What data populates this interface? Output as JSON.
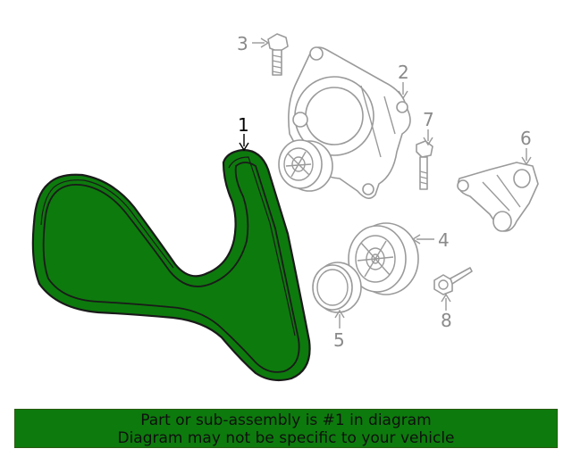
{
  "colors": {
    "highlight_part": "#0d7a0d",
    "outline": "#1a1a1a",
    "dim_part": "#9a9a9a",
    "banner_bg": "#0d7a0d"
  },
  "callouts": [
    {
      "id": "1",
      "label": "1",
      "part": "serpentine-belt",
      "highlighted": true
    },
    {
      "id": "2",
      "label": "2",
      "part": "belt-tensioner-housing",
      "highlighted": false
    },
    {
      "id": "3",
      "label": "3",
      "part": "flange-bolt",
      "highlighted": false
    },
    {
      "id": "4",
      "label": "4",
      "part": "idler-pulley",
      "highlighted": false
    },
    {
      "id": "5",
      "label": "5",
      "part": "pulley-cover-cap",
      "highlighted": false
    },
    {
      "id": "6",
      "label": "6",
      "part": "mounting-bracket",
      "highlighted": false
    },
    {
      "id": "7",
      "label": "7",
      "part": "long-bolt",
      "highlighted": false
    },
    {
      "id": "8",
      "label": "8",
      "part": "stud-bolt",
      "highlighted": false
    }
  ],
  "banner": {
    "line1": "Part or sub-assembly is #1 in diagram",
    "line2": "Diagram may not be specific to your vehicle"
  }
}
